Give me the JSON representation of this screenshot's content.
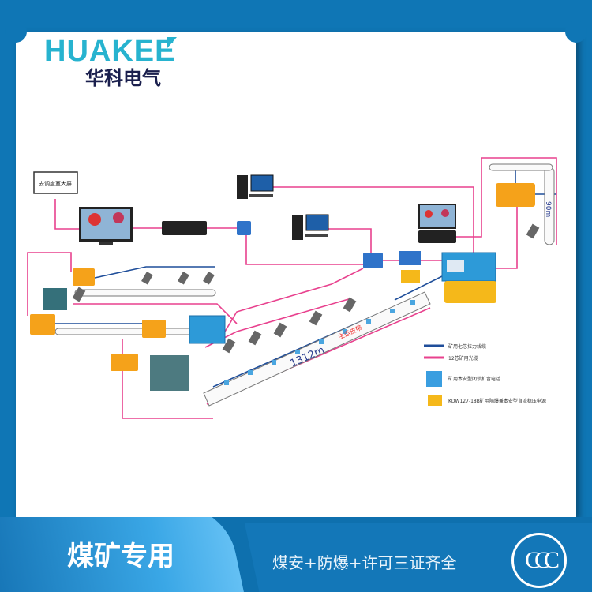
{
  "brand": {
    "name_en": "HUAKEE",
    "name_cn": "华科电气"
  },
  "diagram": {
    "dispatch_box": "去调度室大屏",
    "belt_length_main": "1312m",
    "belt_name_main": "主运皮带",
    "belt_length_side": "90m",
    "legend": [
      {
        "label": "矿用七芯拉力线缆",
        "color": "#1f4e9a"
      },
      {
        "label": "12芯矿用光缆",
        "color": "#e8418e"
      },
      {
        "label": "矿用本安型闭锁扩音电话"
      },
      {
        "label": "KDW127-18B矿用隔爆兼本安型直流稳压电源"
      }
    ],
    "colors": {
      "fiber": "#e8418e",
      "cable": "#1f4e9a",
      "device_orange": "#f5a21a",
      "device_blue": "#3a9ee0"
    }
  },
  "footer": {
    "title": "煤矿专用",
    "subtitle": "煤安+防爆+许可三证齐全",
    "cert": "CCC"
  }
}
